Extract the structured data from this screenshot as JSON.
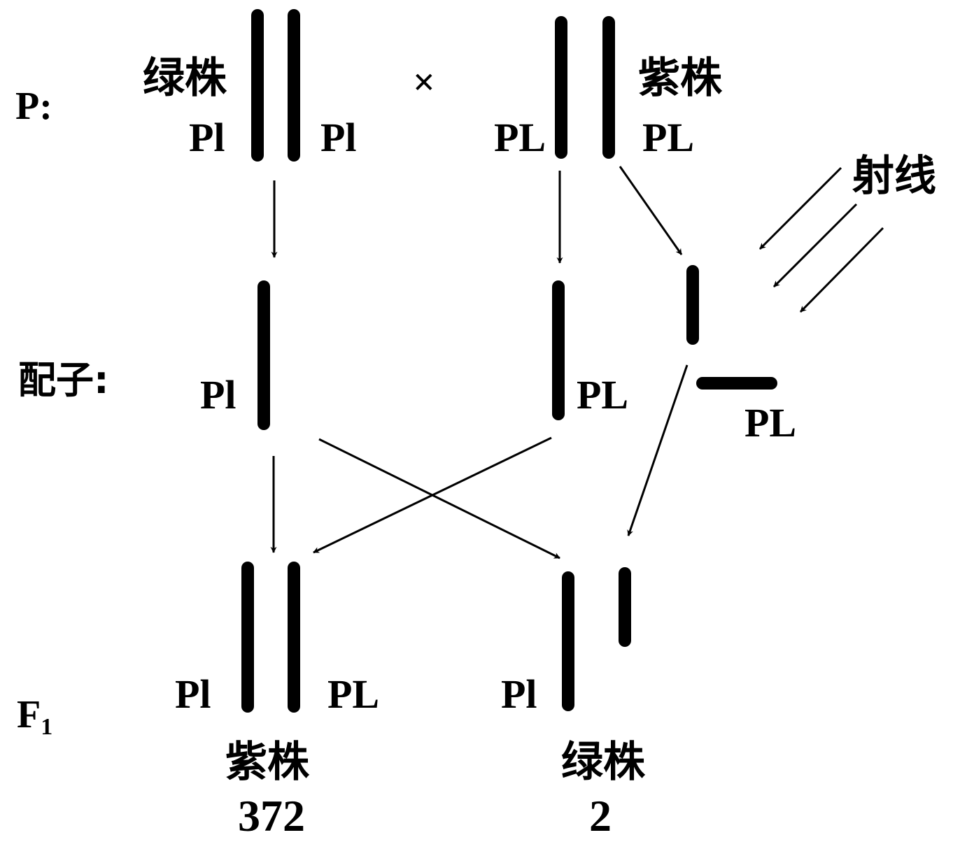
{
  "rows": {
    "parent": "P:",
    "gamete": "配子:",
    "f1_letter": "F",
    "f1_sub": "1"
  },
  "parents": {
    "left_phenotype": "绿株",
    "cross_symbol": "×",
    "right_phenotype": "紫株",
    "left_allele_1": "Pl",
    "left_allele_2": "Pl",
    "right_allele_1": "PL",
    "right_allele_2": "PL"
  },
  "radiation_label": "射线",
  "gametes": {
    "left_allele": "Pl",
    "middle_allele": "PL",
    "fragment_allele": "PL"
  },
  "offspring": {
    "left_allele_1": "Pl",
    "left_allele_2": "PL",
    "left_phenotype": "紫株",
    "left_count": "372",
    "right_allele": "Pl",
    "right_phenotype": "绿株",
    "right_count": "2"
  }
}
